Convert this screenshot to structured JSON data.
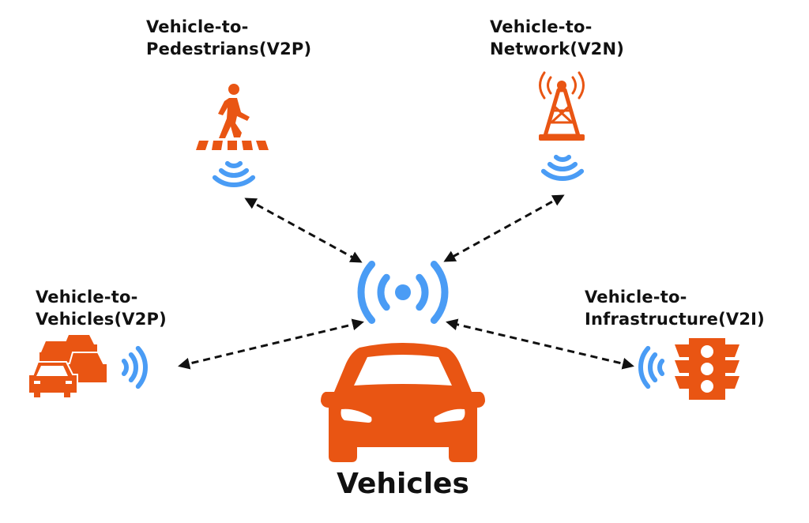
{
  "nodes": {
    "v2p_pedestrians": {
      "line1": "Vehicle-to-",
      "line2": "Pedestrians(V2P)",
      "icon": "pedestrian-crossing-icon"
    },
    "v2n": {
      "line1": "Vehicle-to-",
      "line2": "Network(V2N)",
      "icon": "cell-tower-icon"
    },
    "v2v": {
      "line1": "Vehicle-to-",
      "line2": "Vehicles(V2P)",
      "icon": "traffic-cars-icon"
    },
    "v2i": {
      "line1": "Vehicle-to-",
      "line2": "Infrastructure(V2I)",
      "icon": "traffic-light-icon"
    }
  },
  "center": {
    "label": "Vehicles",
    "icon": "car-icon"
  },
  "colors": {
    "orange": "#E95513",
    "blue": "#4A9CF5",
    "arrow": "#111111"
  }
}
